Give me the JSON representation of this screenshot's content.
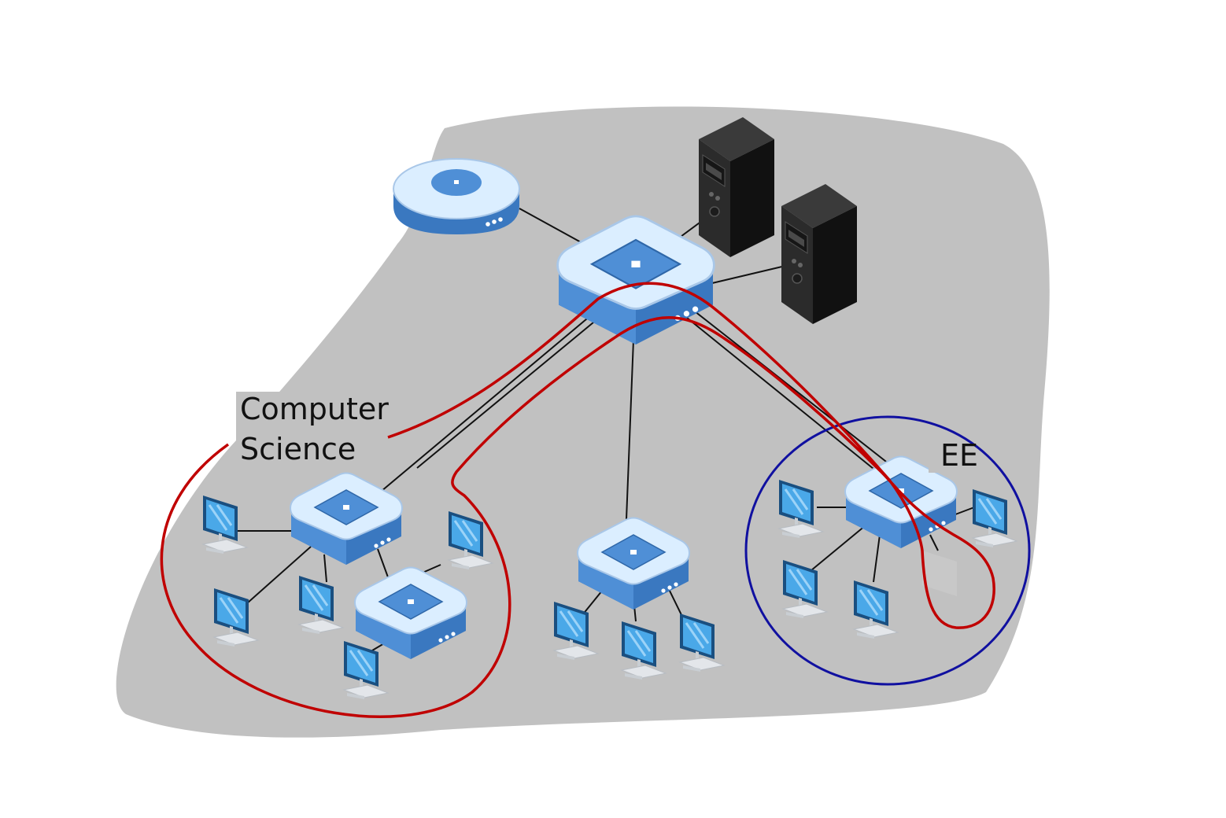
{
  "labels": {
    "cs_line1": "Computer",
    "cs_line2": "Science",
    "ee": "EE"
  },
  "colors": {
    "background": "#ffffff",
    "cloud": "#c1c1c1",
    "link": "#111111",
    "cs_vlan": "#c00000",
    "ee_vlan": "#1010a0",
    "device_top": "#dbeeff",
    "device_side": "#3a78c0",
    "device_panel": "#4f8fd6",
    "server": "#222222",
    "monitor_screen": "#4aa8e8"
  },
  "icons": {
    "router": "router-icon",
    "switch": "switch-icon",
    "server": "server-tower-icon",
    "host": "desktop-computer-icon"
  }
}
